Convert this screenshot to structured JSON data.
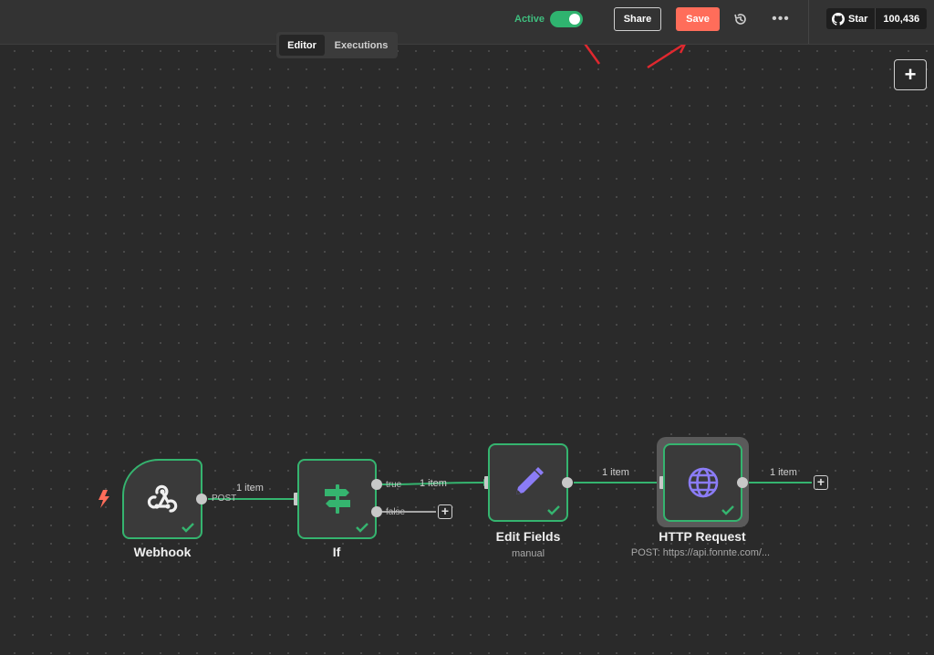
{
  "topbar": {
    "active_label": "Active",
    "active_state": true,
    "share_label": "Share",
    "save_label": "Save",
    "more_label": "•••",
    "github_star_label": "Star",
    "github_star_count": "100,436"
  },
  "tabs": [
    {
      "label": "Editor",
      "selected": true
    },
    {
      "label": "Executions",
      "selected": false
    }
  ],
  "canvas": {
    "add_node_label": "+"
  },
  "nodes": {
    "webhook": {
      "title": "Webhook",
      "icon": "webhook-icon",
      "port_label": "POST",
      "status": "success"
    },
    "if": {
      "title": "If",
      "icon": "signpost-icon",
      "true_label": "true",
      "false_label": "false",
      "status": "success"
    },
    "edit": {
      "title": "Edit Fields",
      "subtitle": "manual",
      "icon": "pencil-icon",
      "status": "success"
    },
    "http": {
      "title": "HTTP Request",
      "subtitle": "POST: https://api.fonnte.com/...",
      "icon": "globe-icon",
      "status": "success"
    }
  },
  "edges": {
    "webhook_to_if": "1 item",
    "if_true_to_edit": "1 item",
    "edit_to_http": "1 item",
    "http_out": "1 item"
  },
  "colors": {
    "accent_success": "#35b46f",
    "save": "#ff6d5a",
    "trigger": "#ff6d5a",
    "icon_purple": "#8b7cf6",
    "annotation_arrow": "#e0282f"
  }
}
